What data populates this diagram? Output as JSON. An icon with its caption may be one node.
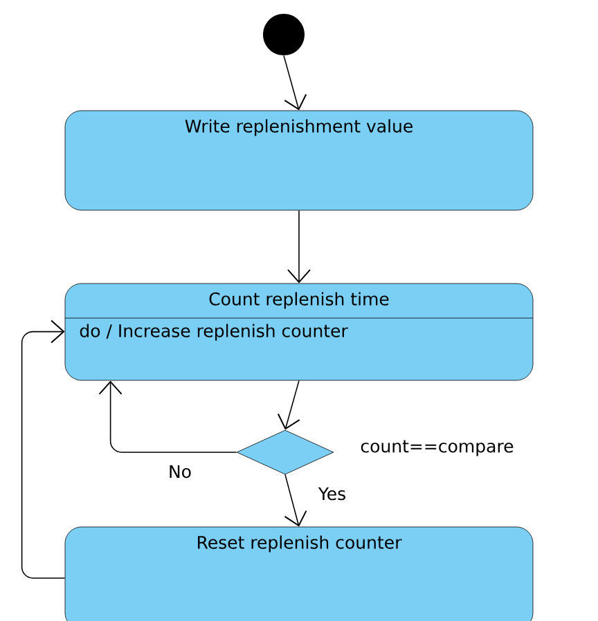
{
  "diagram": {
    "nodes": [
      {
        "text": [],
        "shape": "circle"
      },
      {
        "text": [
          "Write replenishment value"
        ]
      },
      {
        "text": [
          "Count replenish time",
          "do / Increase replenish counter"
        ]
      },
      {
        "text": [],
        "shape": "diamond",
        "beside": [
          "count==compare"
        ]
      },
      {
        "text": [
          "Reset replenish counter"
        ]
      }
    ],
    "edges": [
      {
        "from": 0,
        "to": 1,
        "arrow": "to"
      },
      {
        "from": 1,
        "to": 2,
        "arrow": "to"
      },
      {
        "from": 2,
        "to": 3,
        "arrow": "to"
      },
      {
        "from": 3,
        "to": 2,
        "arrow": "to",
        "label": "No"
      },
      {
        "from": 3,
        "to": 4,
        "arrow": "to",
        "label": "Yes"
      },
      {
        "from": 4,
        "to": 2,
        "arrow": "to"
      }
    ]
  }
}
